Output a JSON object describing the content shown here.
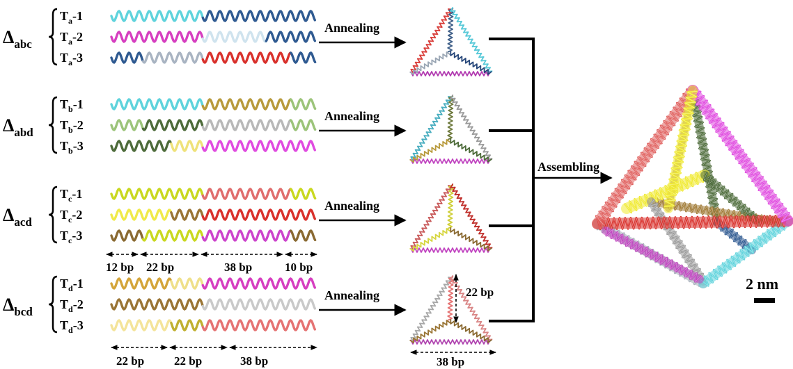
{
  "groups": [
    {
      "delta_symbol": "Δ",
      "delta_subscript": "abc",
      "strands": [
        {
          "base": "T",
          "sub": "a",
          "suffix": "-1",
          "segments": [
            [
              "#5fd3dc",
              0,
              130
            ],
            [
              "#2f5a91",
              130,
              290
            ]
          ]
        },
        {
          "base": "T",
          "sub": "a",
          "suffix": "-2",
          "segments": [
            [
              "#d63fc0",
              0,
              130
            ],
            [
              "#cfe3ee",
              130,
              220
            ],
            [
              "#2f5a91",
              220,
              290
            ]
          ]
        },
        {
          "base": "T",
          "sub": "a",
          "suffix": "-3",
          "segments": [
            [
              "#2f5a91",
              0,
              45
            ],
            [
              "#a9b4c2",
              45,
              130
            ],
            [
              "#d9312c",
              130,
              255
            ],
            [
              "#2f5a91",
              255,
              290
            ]
          ]
        }
      ],
      "action": "Annealing",
      "tetra_colors": [
        "#d9403c",
        "#3f5f88",
        "#58c9d8",
        "#b13ab0",
        "#9aa6b4",
        "#27477a"
      ]
    },
    {
      "delta_symbol": "Δ",
      "delta_subscript": "abd",
      "strands": [
        {
          "base": "T",
          "sub": "b",
          "suffix": "-1",
          "segments": [
            [
              "#5fd3dc",
              0,
              130
            ],
            [
              "#b89a3c",
              130,
              255
            ],
            [
              "#9cc47a",
              255,
              290
            ]
          ]
        },
        {
          "base": "T",
          "sub": "b",
          "suffix": "-2",
          "segments": [
            [
              "#9cc47a",
              0,
              45
            ],
            [
              "#4d6b3a",
              45,
              130
            ],
            [
              "#b8b8b8",
              130,
              255
            ],
            [
              "#9cc47a",
              255,
              290
            ]
          ]
        },
        {
          "base": "T",
          "sub": "b",
          "suffix": "-3",
          "segments": [
            [
              "#4d6b3a",
              0,
              85
            ],
            [
              "#efe27a",
              85,
              130
            ],
            [
              "#e04be0",
              130,
              290
            ]
          ]
        }
      ],
      "action": "Annealing",
      "tetra_colors": [
        "#4aaec0",
        "#6e7a3e",
        "#9a9a9a",
        "#c044c0",
        "#b89a3c",
        "#4d6b3a"
      ]
    },
    {
      "delta_symbol": "Δ",
      "delta_subscript": "acd",
      "strands": [
        {
          "base": "T",
          "sub": "c",
          "suffix": "-1",
          "segments": [
            [
              "#c9d820",
              0,
              130
            ],
            [
              "#e06e6e",
              130,
              255
            ],
            [
              "#c9d820",
              255,
              290
            ]
          ]
        },
        {
          "base": "T",
          "sub": "c",
          "suffix": "-2",
          "segments": [
            [
              "#f0ea4a",
              0,
              85
            ],
            [
              "#9a7535",
              85,
              130
            ],
            [
              "#d9312c",
              130,
              290
            ]
          ]
        },
        {
          "base": "T",
          "sub": "c",
          "suffix": "-3",
          "segments": [
            [
              "#8a6a32",
              0,
              45
            ],
            [
              "#c9d820",
              45,
              130
            ],
            [
              "#cc44cc",
              130,
              255
            ],
            [
              "#8a6a32",
              255,
              290
            ]
          ]
        }
      ],
      "action": "Annealing",
      "tetra_colors": [
        "#c95c5c",
        "#cfcf3a",
        "#c0302c",
        "#c044c0",
        "#d6d640",
        "#8a6a32"
      ]
    },
    {
      "delta_symbol": "Δ",
      "delta_subscript": "bcd",
      "strands": [
        {
          "base": "T",
          "sub": "d",
          "suffix": "-1",
          "segments": [
            [
              "#d4a53a",
              0,
              85
            ],
            [
              "#efe08a",
              85,
              130
            ],
            [
              "#d63fc0",
              130,
              290
            ]
          ]
        },
        {
          "base": "T",
          "sub": "d",
          "suffix": "-2",
          "segments": [
            [
              "#9a7535",
              0,
              130
            ],
            [
              "#c9c9c9",
              130,
              290
            ]
          ]
        },
        {
          "base": "T",
          "sub": "d",
          "suffix": "-3",
          "segments": [
            [
              "#f4e49a",
              0,
              85
            ],
            [
              "#c0b030",
              85,
              130
            ],
            [
              "#e57373",
              130,
              290
            ]
          ]
        }
      ],
      "action": "Annealing",
      "tetra_colors": [
        "#a8a8a8",
        "#e57373",
        "#d98585",
        "#b044b0",
        "#9a7535",
        "#8a6a32"
      ]
    }
  ],
  "bp_labels_row1": [
    "12 bp",
    "22 bp",
    "38 bp",
    "10 bp"
  ],
  "bp_labels_row2": [
    "22 bp",
    "22 bp",
    "38 bp"
  ],
  "tetra_height_label": "22 bp",
  "tetra_base_label": "38 bp",
  "assembling_label": "Assembling",
  "scale_bar_label": "2 nm",
  "big_pyramid_colors": {
    "front_left": "#e0605e",
    "front_right": "#e04be0",
    "base_front": "#d9312c",
    "base_left": "#a3aab6",
    "base_right": "#5fd3dc",
    "inner_yellow": "#f0ea30",
    "inner_olive": "#4d6b3a",
    "inner_brown": "#a07a35",
    "inner_magenta": "#c044c0",
    "inner_blue": "#2f5a91",
    "inner_grey": "#9a9a9a"
  }
}
